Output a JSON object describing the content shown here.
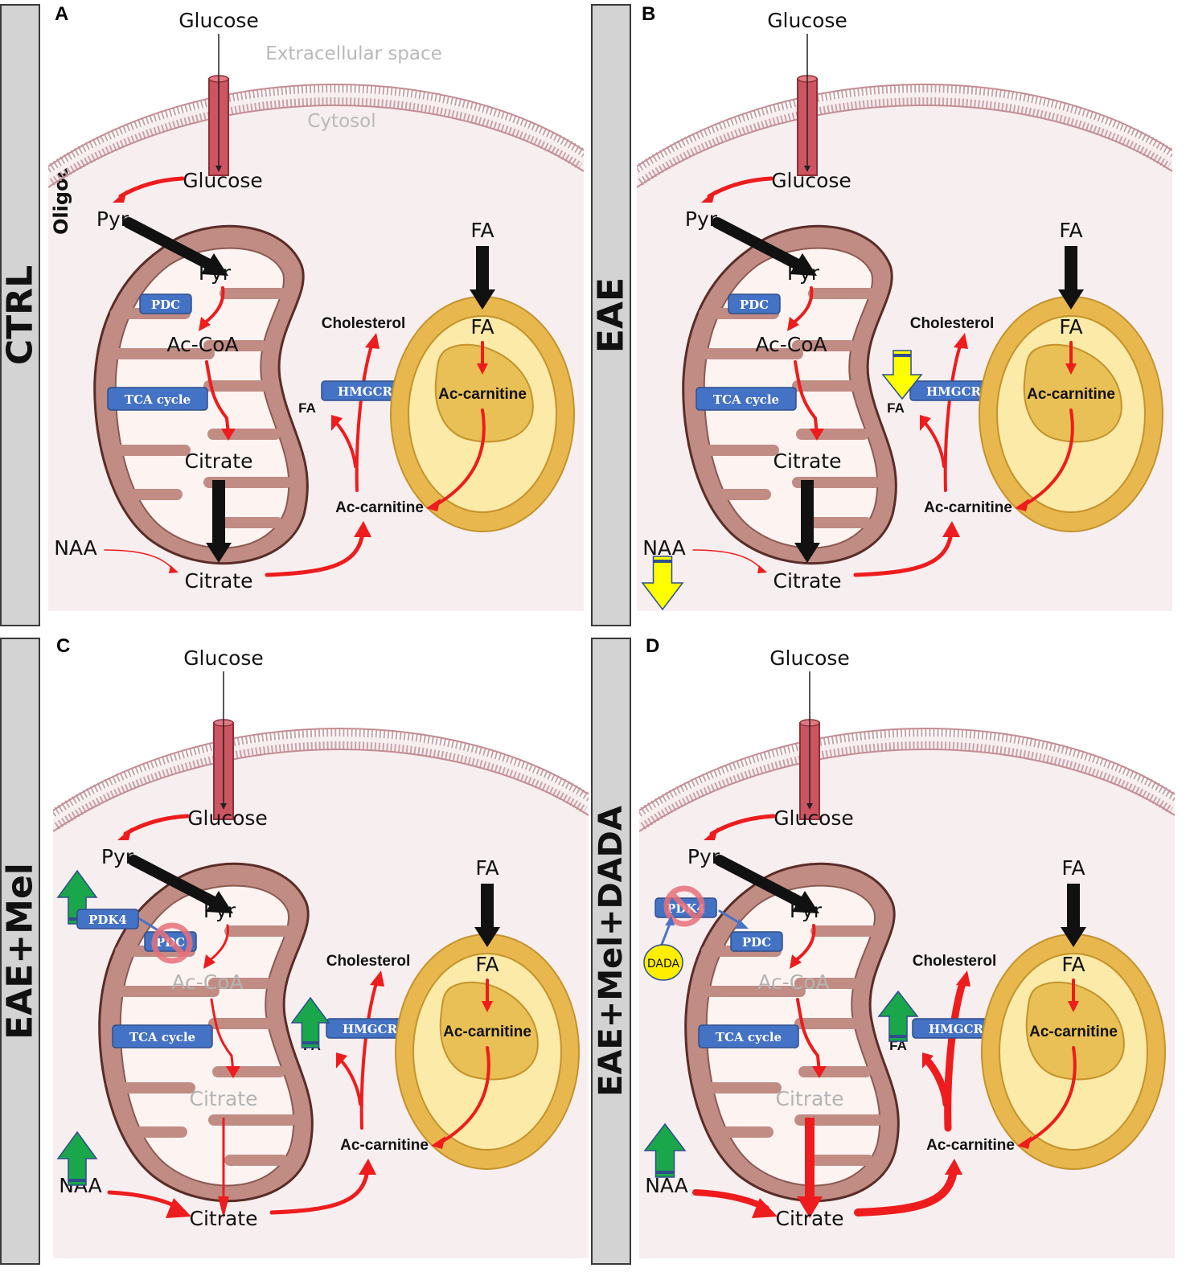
{
  "figure": {
    "cell_label": "Oligodendrocyte",
    "extracellular_label": "Extracellular space",
    "cytosol_label": "Cytosol"
  },
  "panels": [
    {
      "letter": "A",
      "condition": "CTRL",
      "texts": {
        "glucose_out": "Glucose",
        "glucose_in": "Glucose",
        "pyr_cyt": "Pyr",
        "pyr_mito": "Pyr",
        "acoa": "Ac-CoA",
        "citrate_mito": "Citrate",
        "citrate_cyt": "Citrate",
        "naa": "NAA",
        "fa_top": "FA",
        "fa_perox": "FA",
        "accarn_perox": "Ac-carnitine",
        "accarn_cyt": "Ac-carnitine",
        "cholesterol": "Cholesterol",
        "fa_small": "FA"
      },
      "enzymes": {
        "pdc": "PDC",
        "tca": "TCA cycle",
        "hmgcr": "HMGCR"
      },
      "dimmed": []
    },
    {
      "letter": "B",
      "condition": "EAE",
      "texts": {
        "glucose_out": "Glucose",
        "glucose_in": "Glucose",
        "pyr_cyt": "Pyr",
        "pyr_mito": "Pyr",
        "acoa": "Ac-CoA",
        "citrate_mito": "Citrate",
        "citrate_cyt": "Citrate",
        "naa": "NAA",
        "fa_top": "FA",
        "fa_perox": "FA",
        "accarn_perox": "Ac-carnitine",
        "accarn_cyt": "Ac-carnitine",
        "cholesterol": "Cholesterol",
        "fa_small": "FA"
      },
      "enzymes": {
        "pdc": "PDC",
        "tca": "TCA cycle",
        "hmgcr": "HMGCR"
      },
      "dimmed": []
    },
    {
      "letter": "C",
      "condition": "EAE+Mel",
      "texts": {
        "glucose_out": "Glucose",
        "glucose_in": "Glucose",
        "pyr_cyt": "Pyr",
        "pyr_mito": "Pyr",
        "acoa": "Ac-CoA",
        "citrate_mito": "Citrate",
        "citrate_cyt": "Citrate",
        "naa": "NAA",
        "fa_top": "FA",
        "fa_perox": "FA",
        "accarn_perox": "Ac-carnitine",
        "accarn_cyt": "Ac-carnitine",
        "cholesterol": "Cholesterol",
        "fa_small": "FA"
      },
      "enzymes": {
        "pdc": "PDC",
        "tca": "TCA cycle",
        "hmgcr": "HMGCR",
        "pdk4": "PDK4"
      },
      "dimmed": [
        "acoa",
        "citrate_mito"
      ]
    },
    {
      "letter": "D",
      "condition": "EAE+Mel+DADA",
      "texts": {
        "glucose_out": "Glucose",
        "glucose_in": "Glucose",
        "pyr_cyt": "Pyr",
        "pyr_mito": "Pyr",
        "acoa": "Ac-CoA",
        "citrate_mito": "Citrate",
        "citrate_cyt": "Citrate",
        "naa": "NAA",
        "fa_top": "FA",
        "fa_perox": "FA",
        "accarn_perox": "Ac-carnitine",
        "accarn_cyt": "Ac-carnitine",
        "cholesterol": "Cholesterol",
        "fa_small": "FA"
      },
      "enzymes": {
        "pdc": "PDC",
        "tca": "TCA cycle",
        "hmgcr": "HMGCR",
        "pdk4": "PDK4",
        "dada": "DADA"
      },
      "dimmed": [
        "acoa",
        "citrate_mito"
      ]
    }
  ],
  "colors": {
    "panel_bg": "#f7eef0",
    "sidebar_bg": "#d3d3d3",
    "mito_outer": "#c08c84",
    "mito_inner": "#fdf4f2",
    "mito_stroke": "#5a2d27",
    "perox_outer": "#e8b74e",
    "perox_mid": "#fbeaa8",
    "perox_core": "#e9c055",
    "enzyme_box": "#4472c4",
    "flux_red": "#ee1c1c",
    "flux_black": "#111111",
    "down_arrow": "#ffff00",
    "up_arrow": "#1aa64a",
    "dimmed_text": "#b4b4b4",
    "channel": "#cc5561",
    "inhibit": "#e8707a"
  },
  "icons": [
    "glucose-transporter-icon",
    "mitochondrion-icon",
    "peroxisome-icon",
    "membrane-bilayer-icon",
    "down-arrow-icon",
    "up-arrow-icon",
    "inhibition-icon"
  ]
}
